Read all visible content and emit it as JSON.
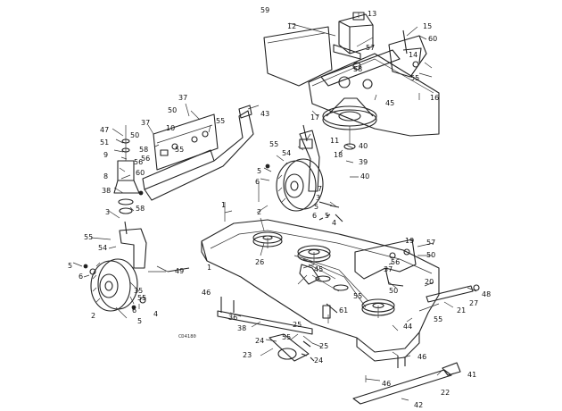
{
  "diagram": {
    "code": "CD4180",
    "callouts": [
      "59",
      "12",
      "13",
      "57",
      "15",
      "60",
      "14",
      "58",
      "55",
      "16",
      "45",
      "37",
      "50",
      "10",
      "55",
      "43",
      "47",
      "37",
      "50",
      "51",
      "9",
      "58",
      "56",
      "8",
      "60",
      "38",
      "58",
      "17",
      "11",
      "55",
      "54",
      "40",
      "18",
      "39",
      "40",
      "5",
      "6",
      "3",
      "55",
      "54",
      "5",
      "6",
      "49",
      "1",
      "26",
      "45",
      "46",
      "2",
      "6",
      "5",
      "4",
      "19",
      "57",
      "50",
      "56",
      "37",
      "55",
      "50",
      "20",
      "48",
      "27",
      "21",
      "61",
      "36",
      "38",
      "25",
      "24",
      "55",
      "25",
      "23",
      "24",
      "55",
      "44",
      "46",
      "41",
      "22",
      "46",
      "42",
      "56",
      "55",
      "7",
      "3",
      "5",
      "6",
      "4",
      "2",
      "5",
      "1",
      "55",
      "35"
    ]
  }
}
